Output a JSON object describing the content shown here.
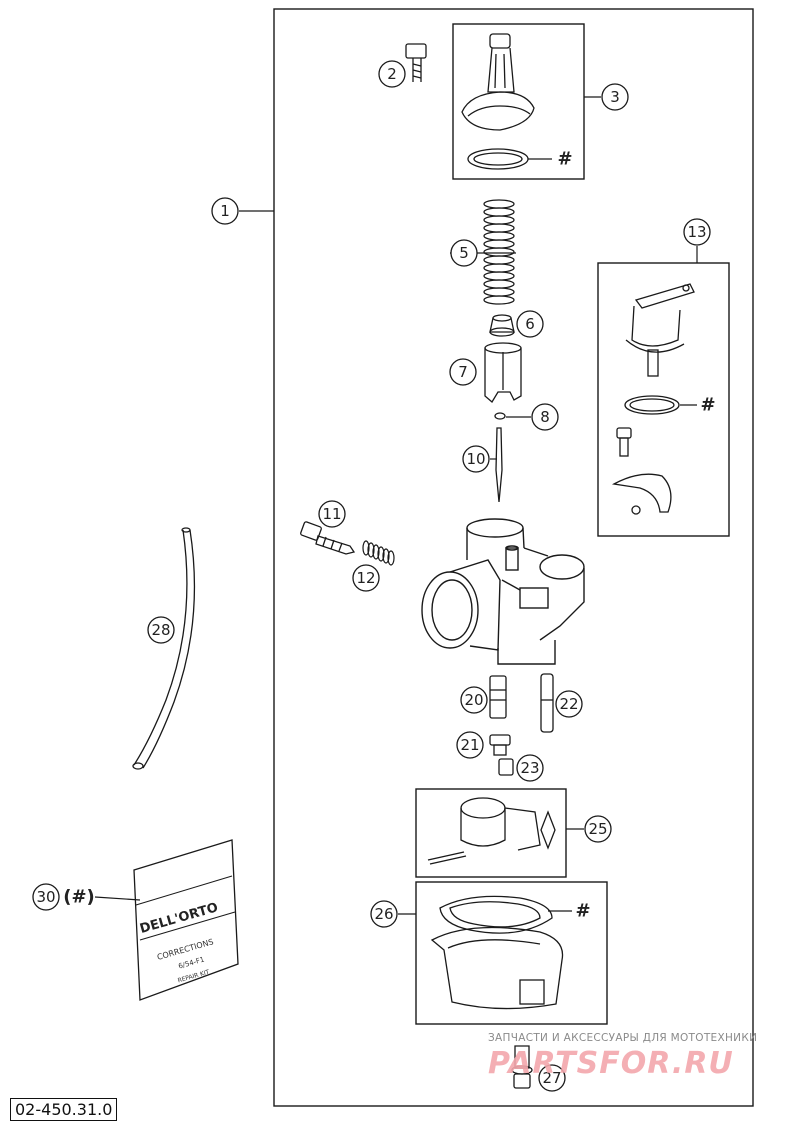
{
  "diagram": {
    "reference_code": "02-450.31.0",
    "callouts": {
      "c1": "1",
      "c2": "2",
      "c3": "3",
      "c5": "5",
      "c6": "6",
      "c7": "7",
      "c8": "8",
      "c10": "10",
      "c11": "11",
      "c12": "12",
      "c13": "13",
      "c20": "20",
      "c21": "21",
      "c22": "22",
      "c23": "23",
      "c25": "25",
      "c26": "26",
      "c27": "27",
      "c28": "28",
      "c30": "30"
    },
    "c30_suffix": "(#)",
    "hash_marker": "#",
    "package_text": {
      "brand": "DELL'ORTO",
      "line1": "CORRECTIONS",
      "line2": "6/54-F1",
      "line3": "REPAIR KIT"
    }
  },
  "watermark": {
    "tagline": "ЗАПЧАСТИ И АКСЕССУАРЫ ДЛЯ МОТОТЕХНИКИ",
    "site": "PARTSFOR.RU"
  },
  "colors": {
    "line": "#1a1a1a",
    "watermark_red": "#f3a7ac",
    "watermark_gray": "#8a8a8a"
  }
}
